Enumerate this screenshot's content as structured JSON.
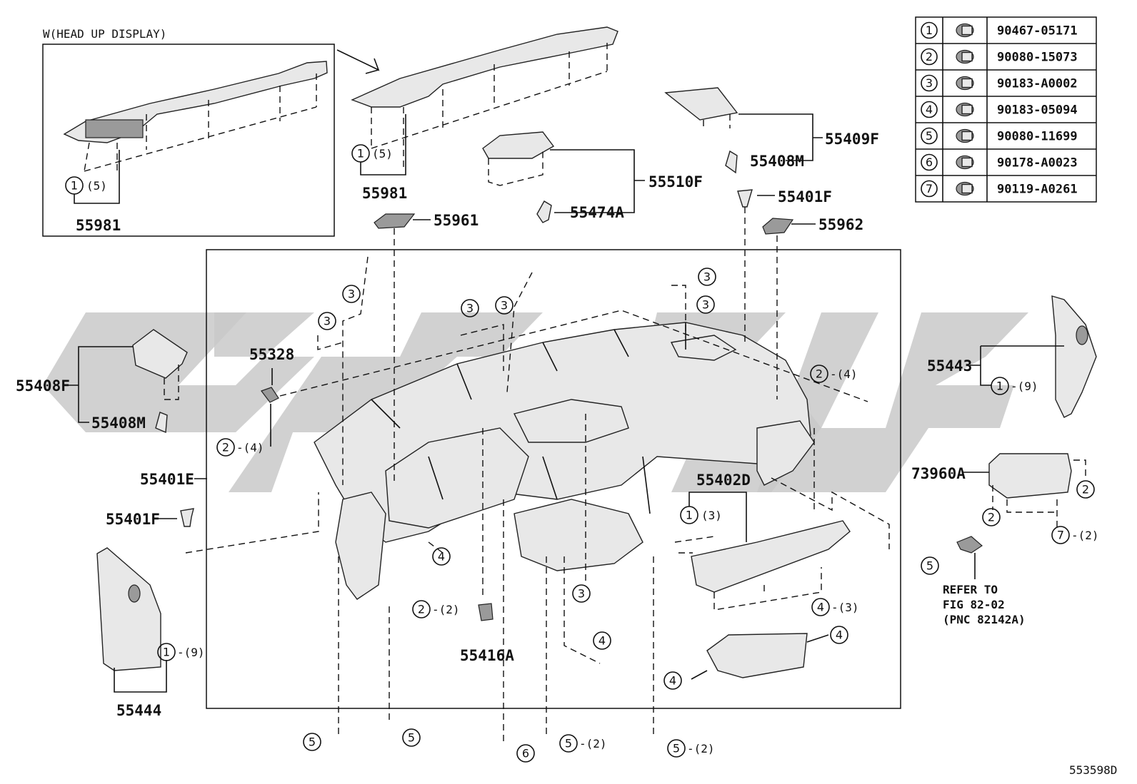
{
  "hud_variant_label": "W(HEAD UP DISPLAY)",
  "part_labels": {
    "p55981_left": "55981",
    "p55981_right": "55981",
    "p55961": "55961",
    "p55474A": "55474A",
    "p55510F": "55510F",
    "p55408M_top": "55408M",
    "p55409F": "55409F",
    "p55401F_top": "55401F",
    "p55962": "55962",
    "p55408F": "55408F",
    "p55408M_left": "55408M",
    "p55328": "55328",
    "p55401E": "55401E",
    "p55401F_left": "55401F",
    "p55444": "55444",
    "p55402D": "55402D",
    "p55416A": "55416A",
    "p55443": "55443",
    "p73960A": "73960A"
  },
  "quantities": {
    "q5": "(5)",
    "q9": "(9)",
    "q4": "(4)",
    "q3": "(3)",
    "q2": "(2)"
  },
  "callout_numbers": [
    "1",
    "2",
    "3",
    "4",
    "5",
    "6",
    "7"
  ],
  "refer_note": {
    "line1": "REFER TO",
    "line2": "FIG 82-02",
    "line3": "(PNC 82142A)"
  },
  "fastener_table": [
    {
      "index": "1",
      "icon": "clip-icon",
      "part_no": "90467-05171"
    },
    {
      "index": "2",
      "icon": "bolt-icon",
      "part_no": "90080-15073"
    },
    {
      "index": "3",
      "icon": "nut-clip-icon",
      "part_no": "90183-A0002"
    },
    {
      "index": "4",
      "icon": "u-nut-icon",
      "part_no": "90183-05094"
    },
    {
      "index": "5",
      "icon": "bolt-icon",
      "part_no": "90080-11699"
    },
    {
      "index": "6",
      "icon": "hex-nut-icon",
      "part_no": "90178-A0023"
    },
    {
      "index": "7",
      "icon": "bolt-icon",
      "part_no": "90119-A0261"
    }
  ],
  "diagram_id": "553598D"
}
